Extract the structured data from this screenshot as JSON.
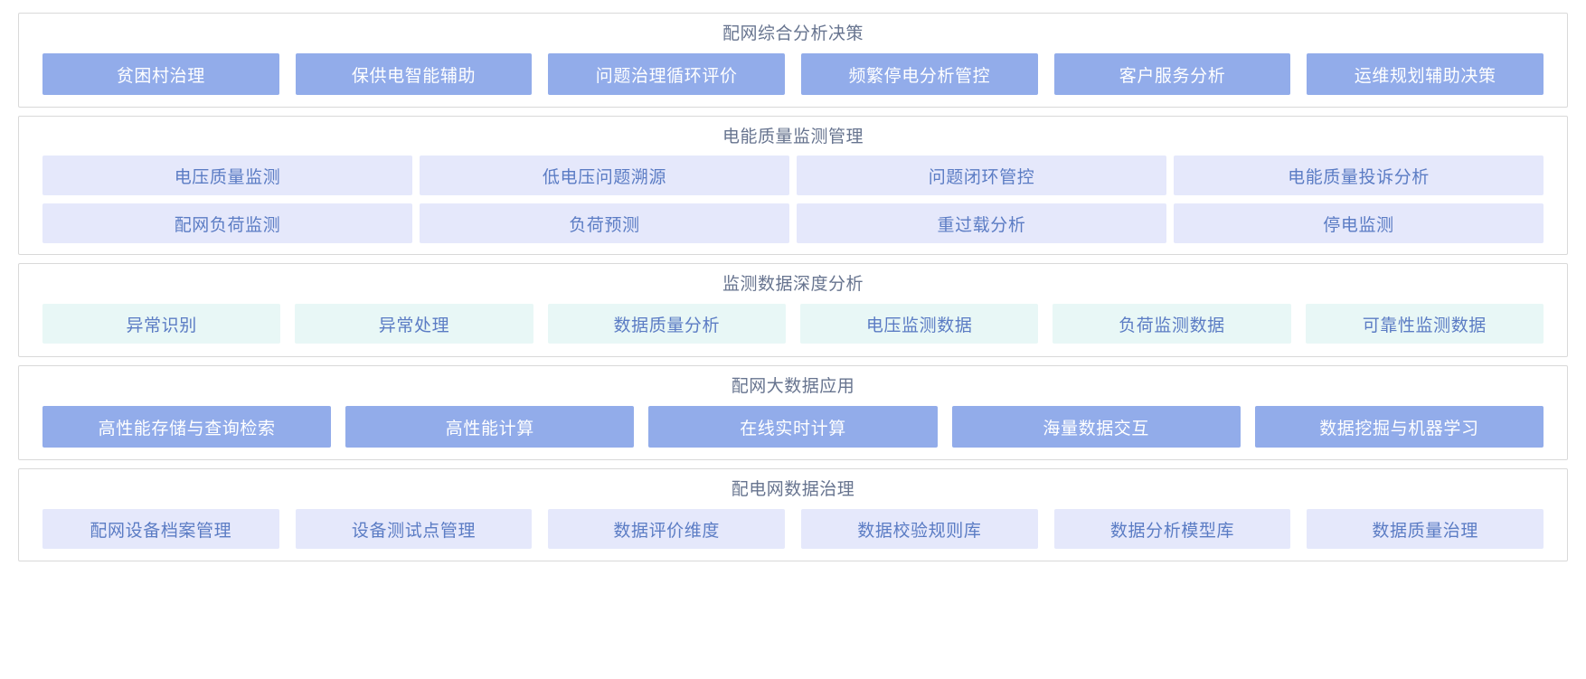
{
  "page": {
    "background": "#ffffff",
    "accent_blue": "#92acea",
    "accent_lavender": "#e5e8fb",
    "accent_mint": "#e8f7f6",
    "title_color": "#67748f",
    "item_text_blue": "#5b7cc4",
    "item_text_white": "#ffffff",
    "border_color": "#d9d9d9"
  },
  "sections": [
    {
      "id": "peiwang-zonghe-fenxi-juece",
      "title": "配网综合分析决策",
      "style": "blue",
      "rows": [
        {
          "items": [
            {
              "label": "贫困村治理"
            },
            {
              "label": "保供电智能辅助"
            },
            {
              "label": "问题治理循环评价"
            },
            {
              "label": "频繁停电分析管控"
            },
            {
              "label": "客户服务分析"
            },
            {
              "label": "运维规划辅助决策"
            }
          ]
        }
      ]
    },
    {
      "id": "diannengzhiliang-jiance-guanli",
      "title": "电能质量监测管理",
      "style": "lavender",
      "rows": [
        {
          "items": [
            {
              "label": "电压质量监测"
            },
            {
              "label": "低电压问题溯源"
            },
            {
              "label": "问题闭环管控"
            },
            {
              "label": "电能质量投诉分析"
            }
          ]
        },
        {
          "items": [
            {
              "label": "配网负荷监测"
            },
            {
              "label": "负荷预测"
            },
            {
              "label": "重过载分析"
            },
            {
              "label": "停电监测"
            }
          ]
        }
      ]
    },
    {
      "id": "jiance-shuju-shendu-fenxi",
      "title": "监测数据深度分析",
      "style": "mint",
      "rows": [
        {
          "items": [
            {
              "label": "异常识别"
            },
            {
              "label": "异常处理"
            },
            {
              "label": "数据质量分析"
            },
            {
              "label": "电压监测数据"
            },
            {
              "label": "负荷监测数据"
            },
            {
              "label": "可靠性监测数据"
            }
          ]
        }
      ]
    },
    {
      "id": "peiwang-dashuju-yingyong",
      "title": "配网大数据应用",
      "style": "blue",
      "rows": [
        {
          "items": [
            {
              "label": "高性能存储与查询检索"
            },
            {
              "label": "高性能计算"
            },
            {
              "label": "在线实时计算"
            },
            {
              "label": "海量数据交互"
            },
            {
              "label": "数据挖掘与机器学习"
            }
          ]
        }
      ]
    },
    {
      "id": "peidianwang-shuju-zhili",
      "title": "配电网数据治理",
      "style": "lavender",
      "rows": [
        {
          "items": [
            {
              "label": "配网设备档案管理"
            },
            {
              "label": "设备测试点管理"
            },
            {
              "label": "数据评价维度"
            },
            {
              "label": "数据校验规则库"
            },
            {
              "label": "数据分析模型库"
            },
            {
              "label": "数据质量治理"
            }
          ]
        }
      ]
    }
  ]
}
